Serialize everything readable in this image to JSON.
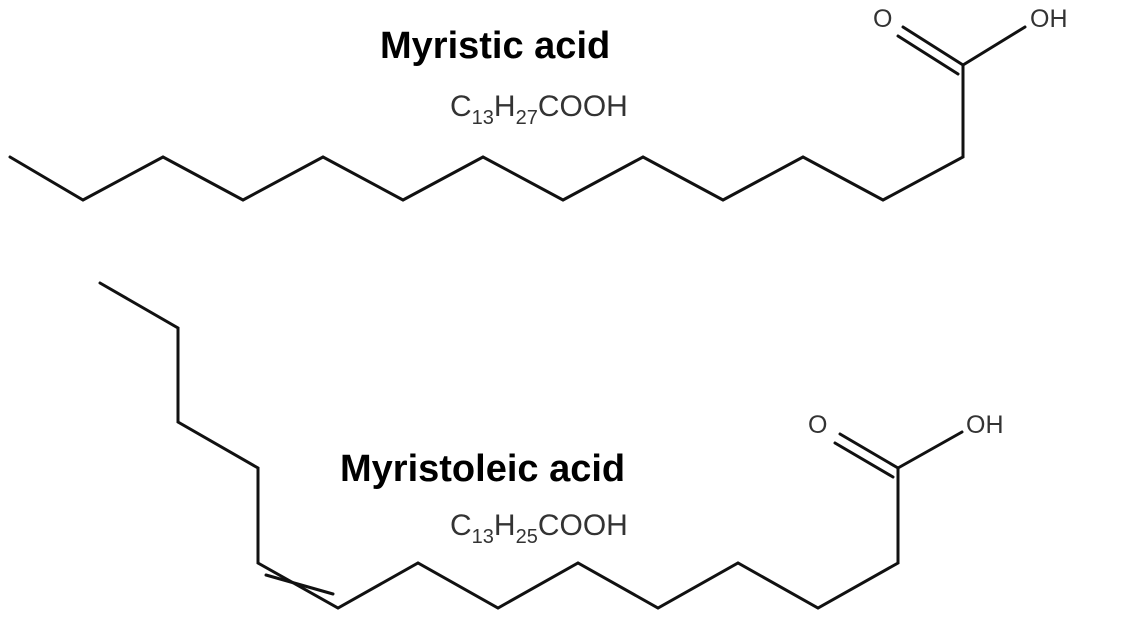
{
  "molecules": [
    {
      "name": "Myristic acid",
      "formula": {
        "c": "C",
        "c_count": "13",
        "h": "H",
        "h_count": "27",
        "group": "COOH"
      },
      "atoms": {
        "oxygen": "O",
        "hydroxyl": "OH"
      }
    },
    {
      "name": "Myristoleic acid",
      "formula": {
        "c": "C",
        "c_count": "13",
        "h": "H",
        "h_count": "25",
        "group": "COOH"
      },
      "atoms": {
        "oxygen": "O",
        "hydroxyl": "OH"
      }
    }
  ],
  "colors": {
    "bond": "#111111",
    "title": "#000000",
    "label": "#333333",
    "background": "#ffffff"
  }
}
